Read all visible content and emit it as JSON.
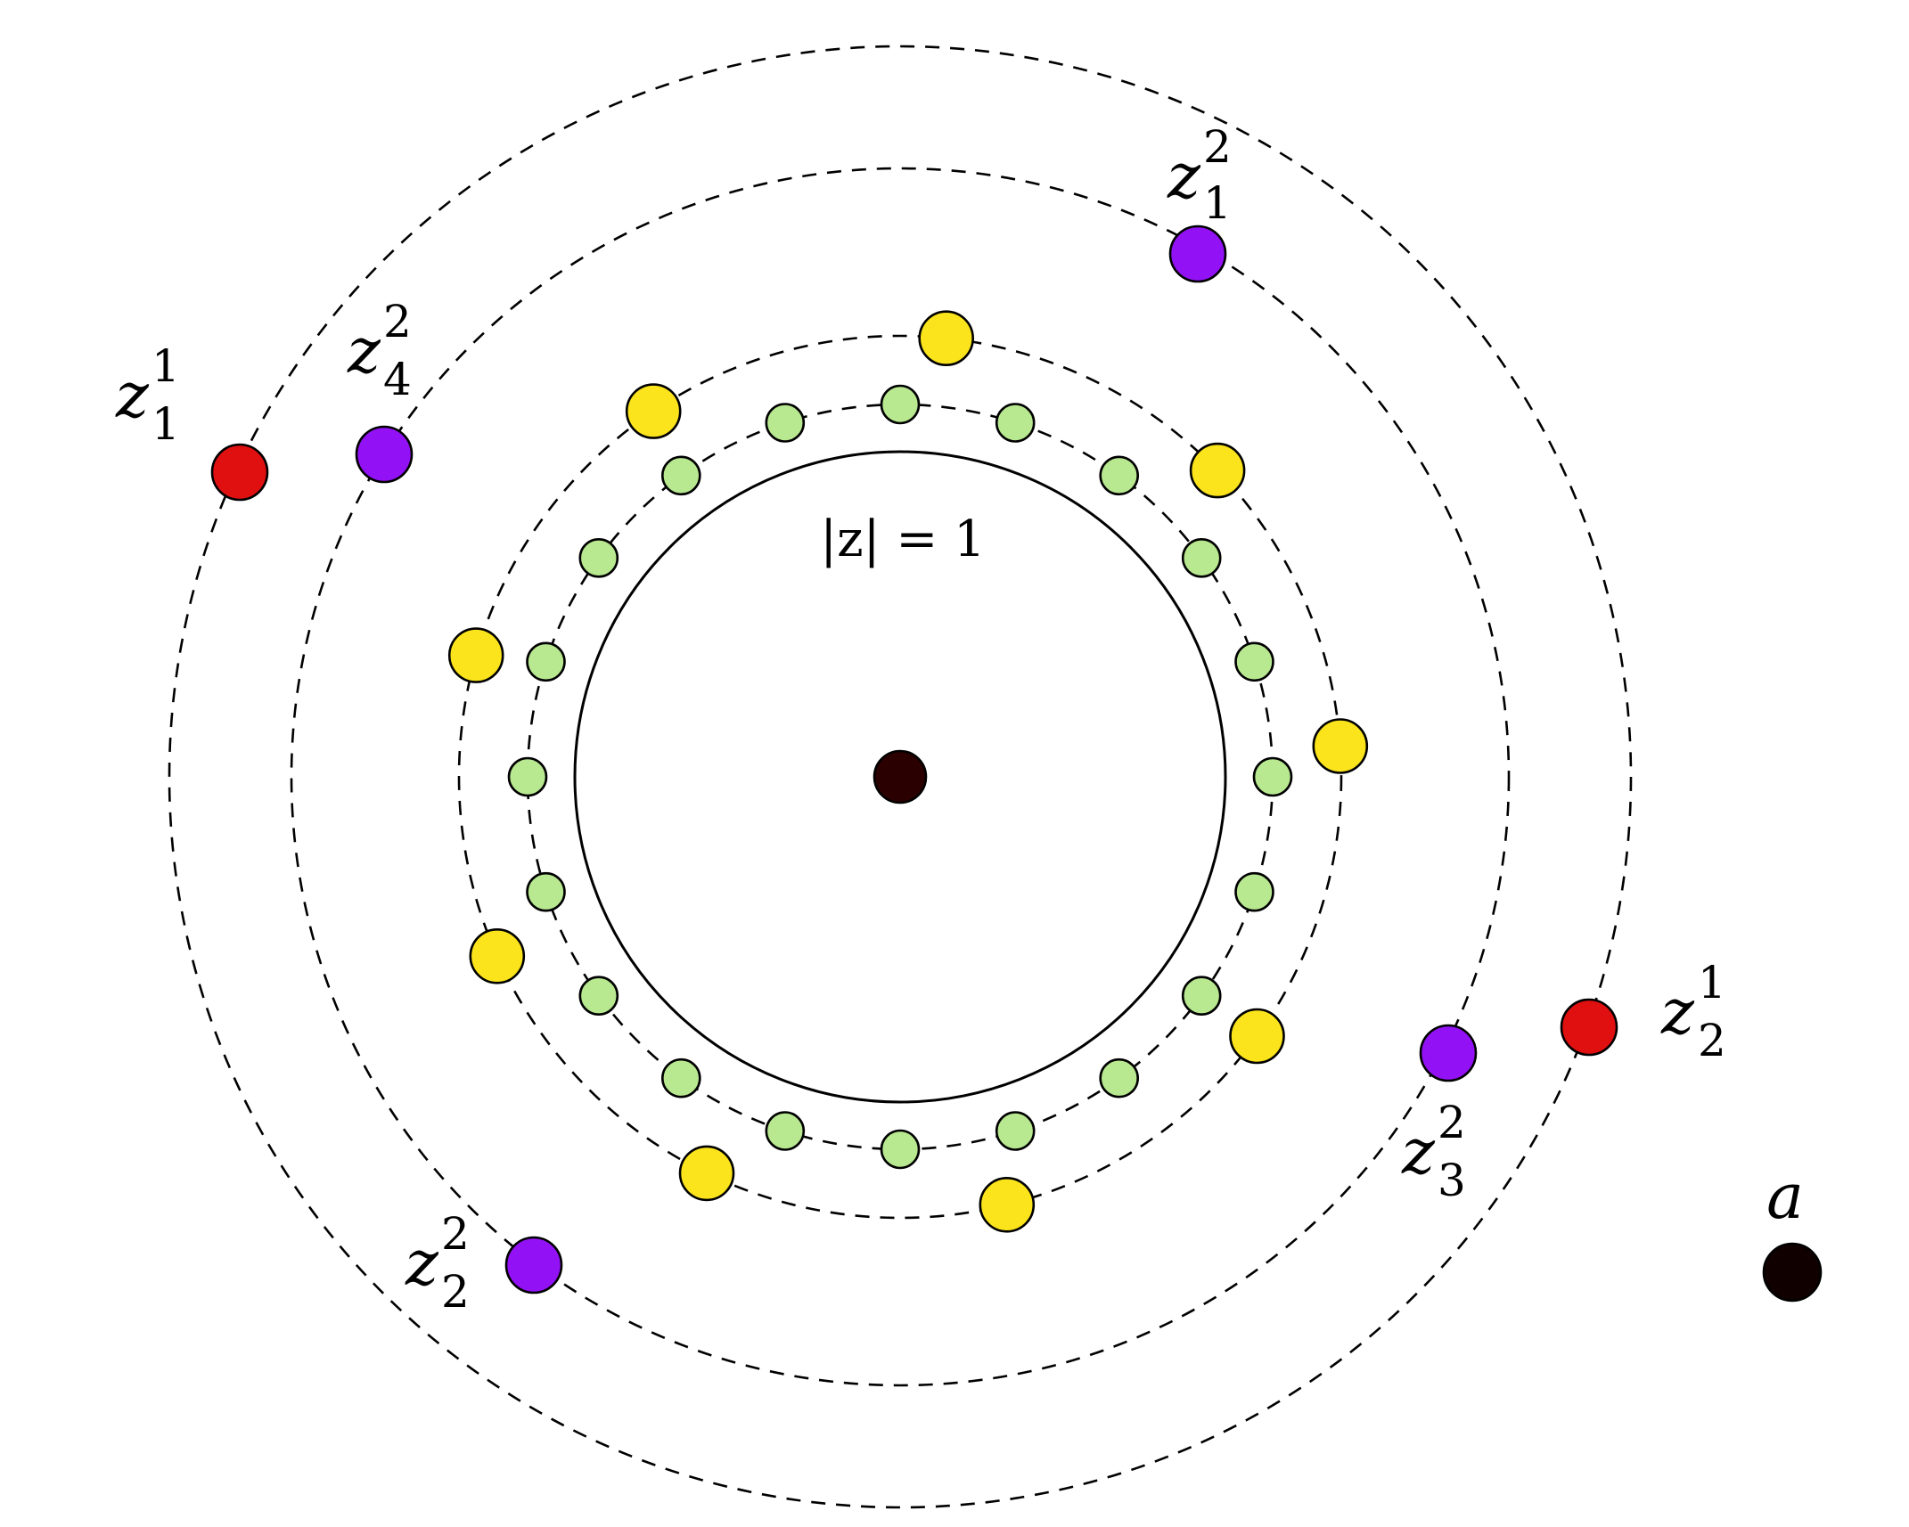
{
  "diagram": {
    "unit_circle_label": "|z| = 1",
    "point_a_label": "a",
    "colors": {
      "red": "#e01010",
      "purple": "#9212f5",
      "yellow": "#fbe41c",
      "green": "#b8e890",
      "center": "#2a0000",
      "a_point": "#100000",
      "stroke": "#000000"
    },
    "labels": [
      {
        "id": "z1-1",
        "base": "z",
        "sup": "1",
        "sub": "1"
      },
      {
        "id": "z2-1",
        "base": "z",
        "sup": "1",
        "sub": "2"
      },
      {
        "id": "z1-2",
        "base": "z",
        "sup": "2",
        "sub": "1"
      },
      {
        "id": "z2-2",
        "base": "z",
        "sup": "2",
        "sub": "2"
      },
      {
        "id": "z3-2",
        "base": "z",
        "sup": "2",
        "sub": "3"
      },
      {
        "id": "z4-2",
        "base": "z",
        "sup": "2",
        "sub": "4"
      }
    ]
  }
}
